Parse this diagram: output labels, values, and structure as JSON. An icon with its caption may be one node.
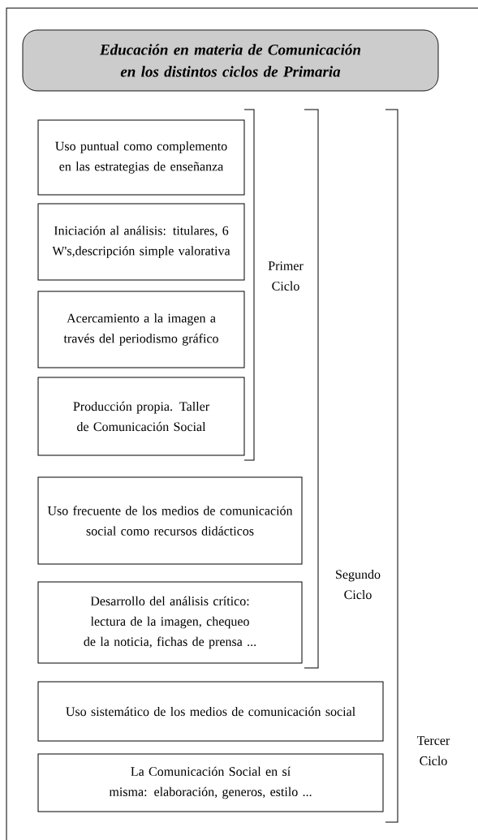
{
  "diagram": {
    "nodes": [
      {
        "text": [
          "Educación en materia de Comunicación en los distintos ciclos de Primaria"
        ]
      },
      {
        "text": [
          "Uso puntual como complemento en las estrategias de enseñanza"
        ]
      },
      {
        "text": [
          "Iniciación al análisis: titulares, 6 W's,descripción simple valorativa"
        ]
      },
      {
        "text": [
          "Acercamiento a la imagen a través del periodismo gráfico"
        ]
      },
      {
        "text": [
          "Producción propia. Taller de Comunicación Social"
        ]
      },
      {
        "text": [
          "Uso frecuente de los medios de comunicación social como recursos didácticos"
        ]
      },
      {
        "text": [
          "Desarrollo del análisis crítico: lectura de la imagen, chequeo de la noticia, fichas de prensa ..."
        ]
      },
      {
        "text": [
          "Uso sistemático de los medios de comunicación social"
        ]
      },
      {
        "text": [
          "La Comunicación Social en sí misma: elaboración, generos, estilo ..."
        ]
      }
    ],
    "labels": [
      "Primer Ciclo",
      "Segundo Ciclo",
      "Tercer Ciclo"
    ]
  }
}
